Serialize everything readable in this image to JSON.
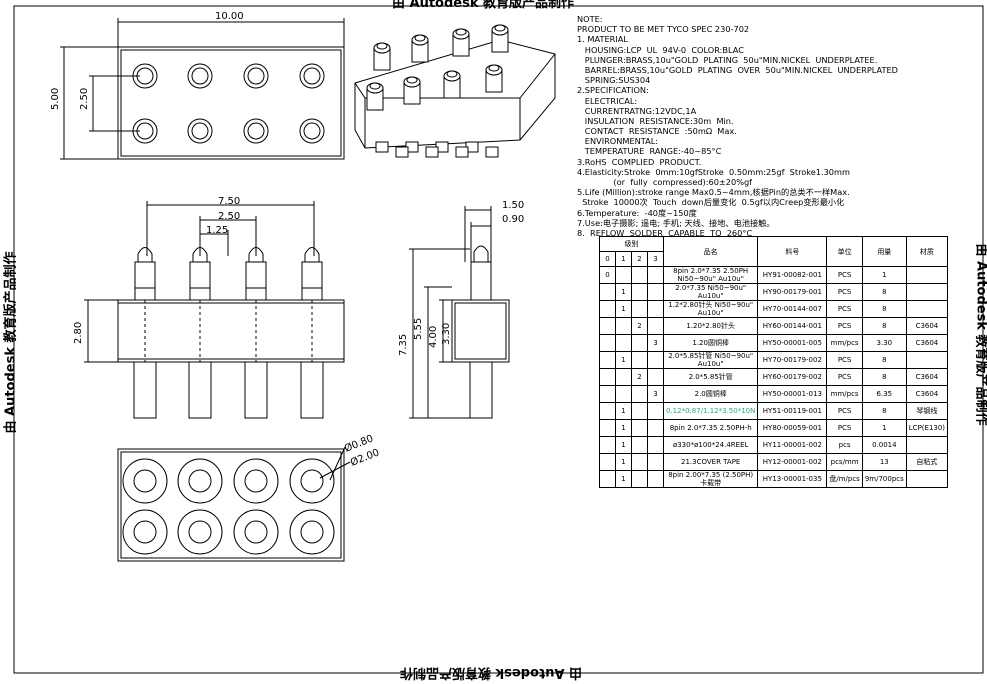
{
  "watermark": {
    "top": "由 Autodesk 教育版产品制作",
    "bottom": "由 Autodesk 教育版产品制作",
    "left": "由 Autodesk 教育版产品制作",
    "right": "由 Autodesk 教育版产品制作"
  },
  "dimensions": {
    "top_width": "10.00",
    "top_height": "5.00",
    "top_pitch_v": "2.50",
    "front_span": "7.50",
    "front_pitch": "2.50",
    "front_half": "1.25",
    "body_height": "2.80",
    "side_head": "1.50",
    "side_tip": "0.90",
    "total_height": "7.35",
    "h_5_55": "5.55",
    "h_4_00": "4.00",
    "h_3_30": "3.30",
    "hole_small": "Ø0.80",
    "hole_large": "Ø2.00"
  },
  "notes": [
    "NOTE:",
    "PRODUCT TO BE MET TYCO SPEC 230-702",
    "1. MATERIAL",
    "   HOUSING:LCP  UL  94V-0  COLOR:BLAC",
    "   PLUNGER:BRASS,10u\"GOLD  PLATING  50u\"MIN.NICKEL  UNDERPLATEE.",
    "   BARREL:BRASS,10u\"GOLD  PLATING  OVER  50u\"MIN.NICKEL  UNDERPLATED",
    "   SPRING:SUS304",
    "2.SPECIFICATION:",
    "   ELECTRICAL:",
    "   CURRENTRATNG:12VDC,1A",
    "   INSULATION  RESISTANCE:30m  Min.",
    "   CONTACT  RESISTANCE  :50mΩ  Max.",
    "   ENVIRONMENTAL:",
    "   TEMPERATURE  RANGE:-40~85°C",
    "3.RoHS  COMPLIED  PRODUCT.",
    "4.Elasticity:Stroke  0mm:10gfStroke  0.50mm:25gf  Stroke1.30mm",
    "              (or  fully  compressed):60±20%gf",
    "5.Life (Million):stroke range Max0.5~4mm,核据Pin的总类不一样Max.",
    "  Stroke  10000次  Touch  down后量变化  0.5gf以内Creep变形最小化",
    "6.Temperature:  -40度~150度",
    "7.Use:电子摄影; 遥电; 手机; 天线、接地、电池接触。",
    "8.  REFLOW  SOLDER  CAPABLE  TO  260°C"
  ],
  "bom": {
    "headers": {
      "level": "级别",
      "name": "品名",
      "part": "料号",
      "unit": "单位",
      "qty": "用量",
      "material": "材质"
    },
    "levels": [
      "0",
      "1",
      "2",
      "3"
    ],
    "rows": [
      {
        "level": "0",
        "name": "8pin 2.0*7.35 2.50PH Ni50~90u\" Au10u\"",
        "part": "HY91-00082-001",
        "unit": "PCS",
        "qty": "1",
        "material": ""
      },
      {
        "level": "1",
        "name": "2.0*7.35 Ni50~90u\" Au10u\"",
        "part": "HY90-00179-001",
        "unit": "PCS",
        "qty": "8",
        "material": ""
      },
      {
        "level": "1",
        "name": "1.2*2.80针头 Ni50~90u\" Au10u\"",
        "part": "HY70-00144-007",
        "unit": "PCS",
        "qty": "8",
        "material": ""
      },
      {
        "level": "2",
        "name": "1.20*2.80针头",
        "part": "HY60-00144-001",
        "unit": "PCS",
        "qty": "8",
        "material": "C3604"
      },
      {
        "level": "3",
        "name": "1.20圆铜棒",
        "part": "HY50-00001-005",
        "unit": "mm/pcs",
        "qty": "3.30",
        "material": "C3604"
      },
      {
        "level": "1",
        "name": "2.0*5.85针管 Ni50~90u\" Au10u\"",
        "part": "HY70-00179-002",
        "unit": "PCS",
        "qty": "8",
        "material": ""
      },
      {
        "level": "2",
        "name": "2.0*5.85针管",
        "part": "HY60-00179-002",
        "unit": "PCS",
        "qty": "8",
        "material": "C3604"
      },
      {
        "level": "3",
        "name": "2.0圆铜棒",
        "part": "HY50-00001-013",
        "unit": "mm/pcs",
        "qty": "6.35",
        "material": "C3604"
      },
      {
        "level": "1",
        "name": "0.12*0.87/1.12*3.50*10N",
        "part": "HY51-00119-001",
        "unit": "PCS",
        "qty": "8",
        "material": "琴钢线"
      },
      {
        "level": "1",
        "name": "8pin 2.0*7.35 2.50PH-h",
        "part": "HY80-00059-001",
        "unit": "PCS",
        "qty": "1",
        "material": "LCP(E130)"
      },
      {
        "level": "1",
        "name": "ø330*ø100*24.4REEL",
        "part": "HY11-00001-002",
        "unit": "pcs",
        "qty": "0.0014",
        "material": ""
      },
      {
        "level": "1",
        "name": "21.3COVER TAPE",
        "part": "HY12-00001-002",
        "unit": "pcs/mm",
        "qty": "13",
        "material": "自粘式"
      },
      {
        "level": "1",
        "name": "8pin 2.00*7.35 (2.50PH)卡载带",
        "part": "HY13-00001-035",
        "unit": "盘/m/pcs",
        "qty": "9m/700pcs",
        "material": ""
      }
    ]
  }
}
